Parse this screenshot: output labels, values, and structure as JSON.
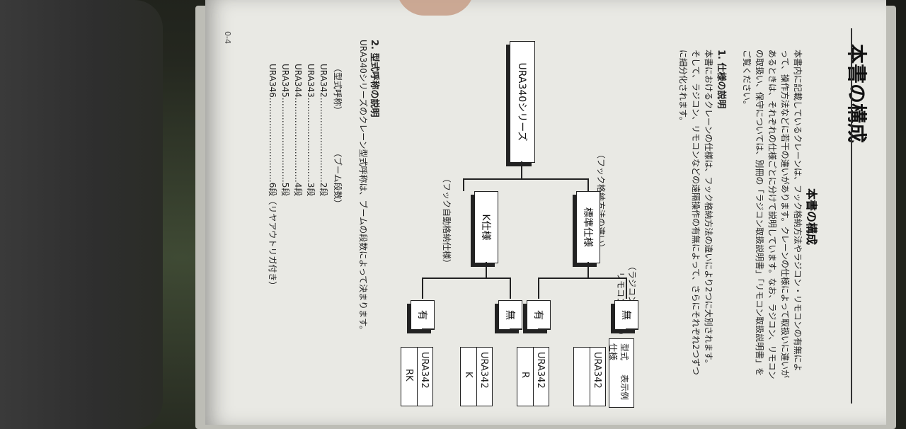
{
  "page": {
    "page_number": "0-4",
    "header_title": "本書の構成",
    "section_title": "本書の構成",
    "intro": [
      "本書内に記載しているクレーンは、フック格納方法やラジコン・リモコンの有無によ",
      "って、操作方法などに若干の違いがあります。クレーンの仕様によって取扱いに違いが",
      "あるときは、それぞれの仕様ごとに分けて説明しています。なお、ラジコン、リモコン",
      "の取扱い、保守については、別冊の「ラジコン取扱説明書」「リモコン取扱説明書」を",
      "ご覧ください。"
    ],
    "section1_heading": "1. 仕様の説明",
    "section1_text": [
      "本書におけるクレーンの仕様は、フック格納方法の違いにより2つに大別されます。",
      "そして、ラジコン、リモコンなどの遠隔操作の有無によって、さらにそれぞれ2つずつ",
      "に細分化されます。"
    ],
    "diagram": {
      "root": "URA340シリーズ",
      "note_hook_method": "（フック格納方法の違い）",
      "note_auto_hook": "（フック自動格納仕様）",
      "note_radio": "（ラジコン・",
      "note_radio2": "リモコンの有無）",
      "branch_standard": "標準仕様",
      "branch_k": "K仕様",
      "leaf_none_1": "無",
      "leaf_yes_1": "有",
      "leaf_none_2": "無",
      "leaf_yes_2": "有",
      "legend_model": "型式",
      "legend_spec": "仕様",
      "legend_display": "表示例",
      "results": [
        {
          "model": "URA342",
          "spec": ""
        },
        {
          "model": "URA342",
          "spec": "R"
        },
        {
          "model": "URA342",
          "spec": "K"
        },
        {
          "model": "URA342",
          "spec": "RK"
        }
      ]
    },
    "section2_heading": "2. 型式呼称の説明",
    "section2_text": "URA340シリーズのクレーン型式呼称は、ブームの段数によって決まります。",
    "table": {
      "col1": "（型式呼称）",
      "col2": "（ブーム段数）",
      "rows": [
        "URA342…………………………2段",
        "URA343…………………………3段",
        "URA344…………………………4段",
        "URA345…………………………5段",
        "URA346…………………………6段（リヤアウトリガ付き）"
      ]
    }
  }
}
